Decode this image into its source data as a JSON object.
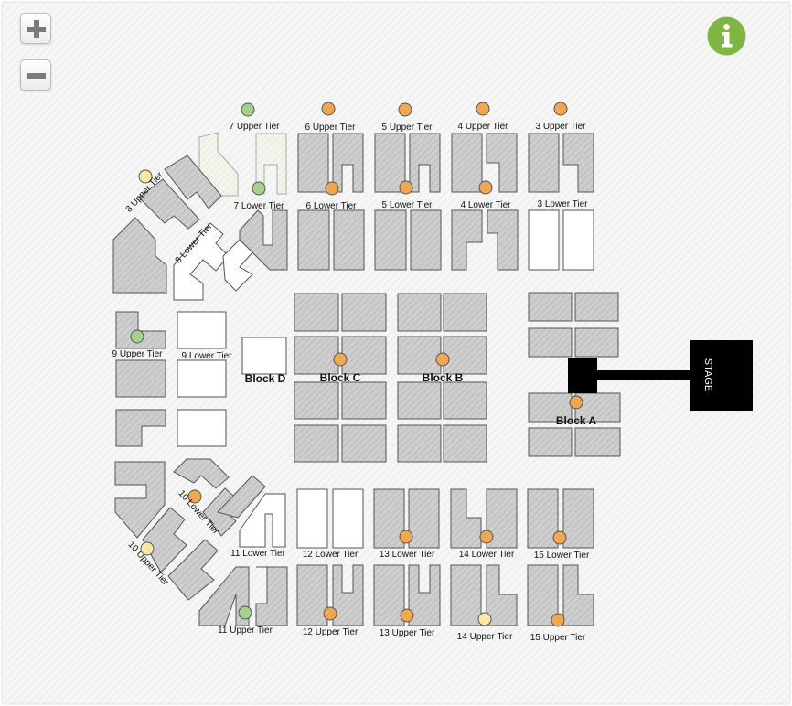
{
  "controls": {
    "zoom_in_icon": "plus-icon",
    "zoom_out_icon": "minus-icon",
    "info_icon": "info-icon"
  },
  "colors": {
    "available": "#f0a850",
    "limited": "#a8d08d",
    "few": "#fbe7a3",
    "accent": "#80b544",
    "stage": "#000000"
  },
  "stage": {
    "label": "STAGE"
  },
  "blocks": {
    "a": "Block A",
    "b": "Block B",
    "c": "Block C",
    "d": "Block D"
  },
  "sections": {
    "upper3": "3 Upper Tier",
    "upper4": "4 Upper Tier",
    "upper5": "5 Upper Tier",
    "upper6": "6 Upper Tier",
    "upper7": "7 Upper Tier",
    "upper8": "8 Upper Tier",
    "upper9": "9 Upper Tier",
    "upper10": "10 Upper Tier",
    "upper11": "11 Upper Tier",
    "upper12": "12 Upper Tier",
    "upper13": "13 Upper Tier",
    "upper14": "14 Upper Tier",
    "upper15": "15 Upper Tier",
    "lower3": "3 Lower Tier",
    "lower4": "4 Lower Tier",
    "lower5": "5 Lower Tier",
    "lower6": "6 Lower Tier",
    "lower7": "7 Lower Tier",
    "lower8": "8 Lower Tier",
    "lower9": "9 Lower Tier",
    "lower10": "10 Lower Tier",
    "lower11": "11 Lower Tier",
    "lower12": "12 Lower Tier",
    "lower13": "13 Lower Tier",
    "lower14": "14 Lower Tier",
    "lower15": "15 Lower Tier"
  }
}
